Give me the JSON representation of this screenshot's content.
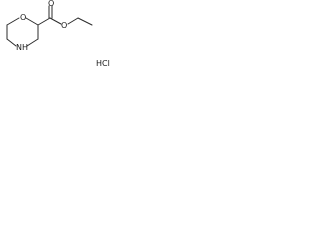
{
  "molecule": {
    "atoms": {
      "ring_oxygen": "O",
      "ring_nitrogen": "NH",
      "carbonyl_oxygen": "O",
      "ester_oxygen": "O",
      "salt": "HCl"
    }
  }
}
